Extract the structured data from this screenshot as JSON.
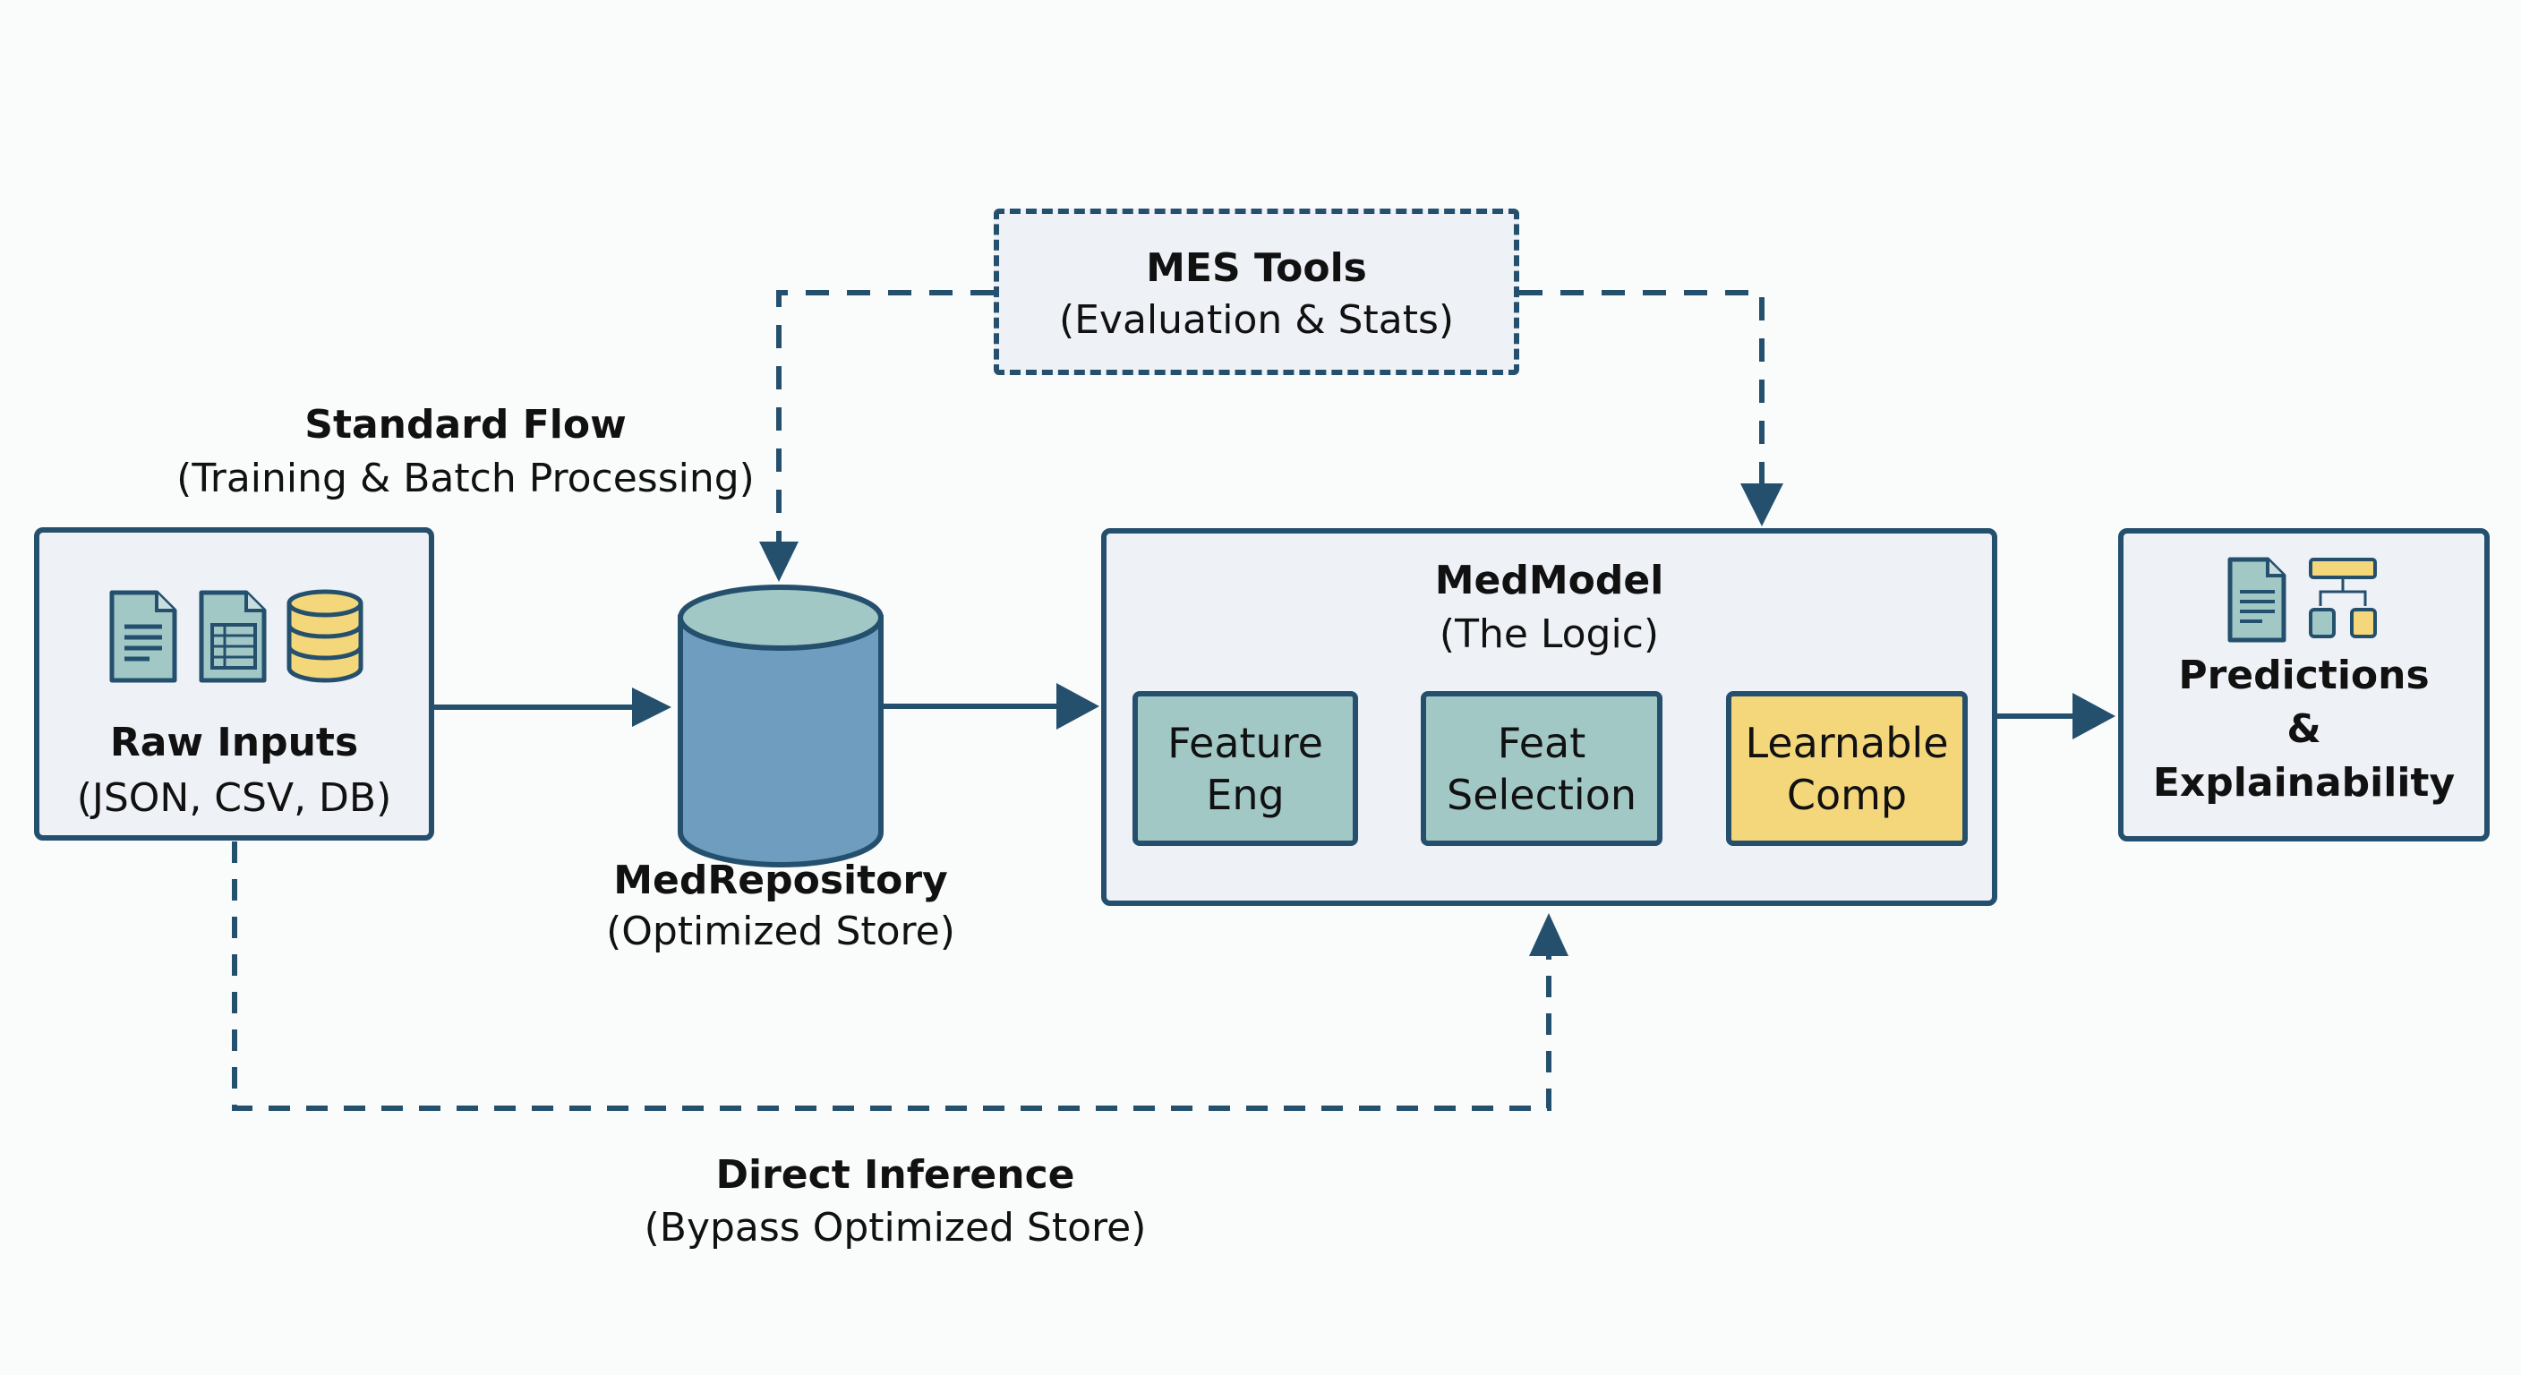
{
  "colors": {
    "stroke": "#24506e",
    "box_fill": "#eef1f6",
    "teal": "#a2c8c6",
    "yellow": "#f5d77b",
    "cylinder_body": "#6e9dc0",
    "cylinder_top": "#a2c8c6"
  },
  "nodes": {
    "raw_inputs": {
      "title": "Raw Inputs",
      "subtitle": "(JSON, CSV, DB)",
      "icons": [
        "document-icon",
        "spreadsheet-icon",
        "database-icon"
      ]
    },
    "med_repository": {
      "title": "MedRepository",
      "subtitle": "(Optimized Store)",
      "icon": "cylinder-database-icon"
    },
    "med_model": {
      "title": "MedModel",
      "subtitle": "(The Logic)",
      "components": [
        {
          "line1": "Feature",
          "line2": "Eng"
        },
        {
          "line1": "Feat",
          "line2": "Selection"
        },
        {
          "line1": "Learnable",
          "line2": "Comp"
        }
      ]
    },
    "predictions": {
      "line1": "Predictions",
      "line2": "&",
      "line3": "Explainability",
      "icons": [
        "report-document-icon",
        "decision-tree-icon"
      ]
    },
    "mes_tools": {
      "title": "MES Tools",
      "subtitle": "(Evaluation & Stats)"
    }
  },
  "flows": {
    "standard": {
      "title": "Standard Flow",
      "subtitle": "(Training & Batch Processing)"
    },
    "direct": {
      "title": "Direct Inference",
      "subtitle": "(Bypass Optimized Store)"
    }
  }
}
